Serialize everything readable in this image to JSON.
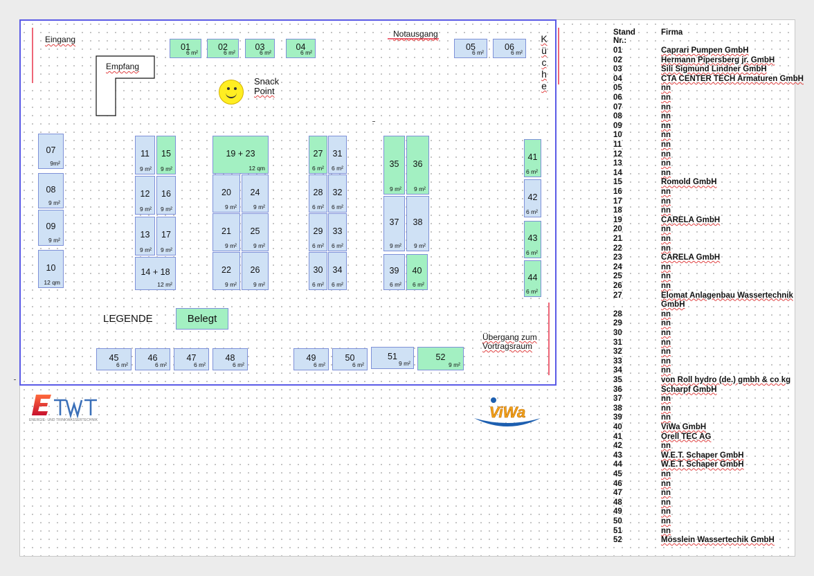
{
  "labels": {
    "entrance": "Eingang",
    "reception": "Empfang",
    "emergency_exit": "Notausgang",
    "kitchen_letters": [
      "K",
      "ü",
      "c",
      "h",
      "e"
    ],
    "snack": [
      "Snack",
      "Point"
    ],
    "legend_title": "LEGENDE",
    "legend_booked": "Belegt",
    "transition": [
      "Übergang zum",
      "Vortragsraum"
    ]
  },
  "logos": {
    "etwt_text": "ETWT",
    "etwt_subtitle": "ENERGIE- UND TRINKWASSERTECHNIK",
    "viwa_text": "ViWa"
  },
  "colors": {
    "booked": "#a3f0c2",
    "free": "#cfe1f5",
    "hall_border": "#5a5ae6",
    "accent_red": "#ee6677"
  },
  "stands": [
    {
      "id": "01",
      "size": "6 m²",
      "booked": true
    },
    {
      "id": "02",
      "size": "6 m²",
      "booked": true
    },
    {
      "id": "03",
      "size": "6 m²",
      "booked": true
    },
    {
      "id": "04",
      "size": "6 m²",
      "booked": true
    },
    {
      "id": "05",
      "size": "6 m²",
      "booked": false
    },
    {
      "id": "06",
      "size": "6 m²",
      "booked": false
    },
    {
      "id": "07",
      "size": "9m²",
      "booked": false
    },
    {
      "id": "08",
      "size": "9 m²",
      "booked": false
    },
    {
      "id": "09",
      "size": "9 m²",
      "booked": false
    },
    {
      "id": "10",
      "size": "12 qm",
      "booked": false
    },
    {
      "id": "11",
      "size": "9 m²",
      "booked": false
    },
    {
      "id": "15",
      "size": "9 m²",
      "booked": true
    },
    {
      "id": "12",
      "size": "9 m²",
      "booked": false
    },
    {
      "id": "16",
      "size": "9 m²",
      "booked": false
    },
    {
      "id": "13",
      "size": "9 m²",
      "booked": false
    },
    {
      "id": "17",
      "size": "9 m²",
      "booked": false
    },
    {
      "id": "14 + 18",
      "size": "12 m²",
      "booked": false
    },
    {
      "id": "19  +  23",
      "size": "12 qm",
      "booked": true
    },
    {
      "id": "20",
      "size": "9 m²",
      "booked": false
    },
    {
      "id": "24",
      "size": "9 m²",
      "booked": false
    },
    {
      "id": "21",
      "size": "9 m²",
      "booked": false
    },
    {
      "id": "25",
      "size": "9 m²",
      "booked": false
    },
    {
      "id": "22",
      "size": "9 m²",
      "booked": false
    },
    {
      "id": "26",
      "size": "9 m²",
      "booked": false
    },
    {
      "id": "27",
      "size": "6 m²",
      "booked": true
    },
    {
      "id": "31",
      "size": "6 m²",
      "booked": false
    },
    {
      "id": "28",
      "size": "6 m²",
      "booked": false
    },
    {
      "id": "32",
      "size": "6 m²",
      "booked": false
    },
    {
      "id": "29",
      "size": "6 m²",
      "booked": false
    },
    {
      "id": "33",
      "size": "6 m²",
      "booked": false
    },
    {
      "id": "30",
      "size": "6 m²",
      "booked": false
    },
    {
      "id": "34",
      "size": "6 m²",
      "booked": false
    },
    {
      "id": "35",
      "size": "9 m²",
      "booked": true
    },
    {
      "id": "36",
      "size": "9 m²",
      "booked": true
    },
    {
      "id": "37",
      "size": "9 m²",
      "booked": false
    },
    {
      "id": "38",
      "size": "9 m²",
      "booked": false
    },
    {
      "id": "39",
      "size": "6 m²",
      "booked": false
    },
    {
      "id": "40",
      "size": "6 m²",
      "booked": true
    },
    {
      "id": "41",
      "size": "6 m²",
      "booked": true
    },
    {
      "id": "42",
      "size": "6 m²",
      "booked": false
    },
    {
      "id": "43",
      "size": "6 m²",
      "booked": true
    },
    {
      "id": "44",
      "size": "6 m²",
      "booked": true
    },
    {
      "id": "45",
      "size": "6 m²",
      "booked": false
    },
    {
      "id": "46",
      "size": "6 m²",
      "booked": false
    },
    {
      "id": "47",
      "size": "6 m²",
      "booked": false
    },
    {
      "id": "48",
      "size": "6 m²",
      "booked": false
    },
    {
      "id": "49",
      "size": "6 m²",
      "booked": false
    },
    {
      "id": "50",
      "size": "6 m²",
      "booked": false
    },
    {
      "id": "51",
      "size": "9 m²",
      "booked": false
    },
    {
      "id": "52",
      "size": "9 m²",
      "booked": true
    }
  ],
  "exhibitor_list": {
    "header_stand": "Stand Nr.:",
    "header_company": "Firma",
    "rows": [
      [
        "01",
        "Caprari Pumpen GmbH"
      ],
      [
        "02",
        "Hermann Pipersberg jr. GmbH"
      ],
      [
        "03",
        "Sili Sigmund Lindner GmbH"
      ],
      [
        "04",
        "CTA CENTER TECH Armaturen GmbH"
      ],
      [
        "05",
        "nn"
      ],
      [
        "06",
        "nn"
      ],
      [
        "07",
        "nn"
      ],
      [
        "08",
        "nn"
      ],
      [
        "09",
        "nn"
      ],
      [
        "10",
        "nn"
      ],
      [
        "11",
        "nn"
      ],
      [
        "12",
        "nn"
      ],
      [
        "13",
        "nn"
      ],
      [
        "14",
        "nn"
      ],
      [
        "15",
        "Romold GmbH"
      ],
      [
        "16",
        "nn"
      ],
      [
        "17",
        "nn"
      ],
      [
        "18",
        "nn"
      ],
      [
        "19",
        "CARELA GmbH"
      ],
      [
        "20",
        "nn"
      ],
      [
        "21",
        "nn"
      ],
      [
        "22",
        "nn"
      ],
      [
        "23",
        "CARELA GmbH"
      ],
      [
        "24",
        "nn"
      ],
      [
        "25",
        "nn"
      ],
      [
        "26",
        "nn"
      ],
      [
        "27",
        "Elomat Anlagenbau Wassertechnik"
      ],
      [
        "",
        "GmbH"
      ],
      [
        "28",
        "nn"
      ],
      [
        "29",
        "nn"
      ],
      [
        "30",
        "nn"
      ],
      [
        "31",
        "nn"
      ],
      [
        "32",
        "nn"
      ],
      [
        "33",
        "nn"
      ],
      [
        "34",
        "nn"
      ],
      [
        "35",
        "von Roll hydro (de.) gmbh & co kg"
      ],
      [
        "36",
        "Scharpf GmbH"
      ],
      [
        "37",
        "nn"
      ],
      [
        "38",
        "nn"
      ],
      [
        "39",
        "nn"
      ],
      [
        "40",
        "ViWa GmbH"
      ],
      [
        "41",
        "Orell TEC AG"
      ],
      [
        "42",
        "nn"
      ],
      [
        "43",
        "W.E.T. Schaper GmbH"
      ],
      [
        "44",
        "W.E.T. Schaper GmbH"
      ],
      [
        "45",
        "nn"
      ],
      [
        "46",
        "nn"
      ],
      [
        "47",
        "nn"
      ],
      [
        "48",
        "nn"
      ],
      [
        "49",
        "nn"
      ],
      [
        "50",
        "nn"
      ],
      [
        "51",
        "nn"
      ],
      [
        "52",
        "Mösslein Wassertechik GmbH"
      ]
    ]
  }
}
